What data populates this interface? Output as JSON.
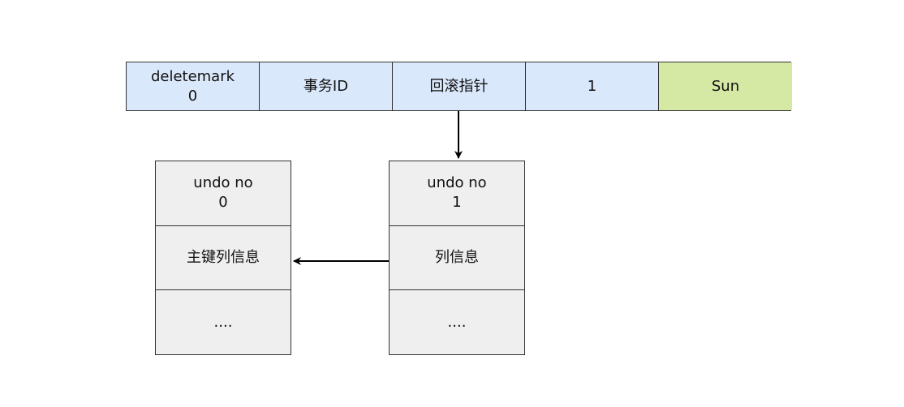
{
  "record": {
    "cells": [
      {
        "line1": "deletemark",
        "line2": "0"
      },
      {
        "line1": "事务ID"
      },
      {
        "line1": "回滚指针"
      },
      {
        "line1": "1"
      },
      {
        "line1": "Sun"
      }
    ]
  },
  "undo_left": {
    "header_line1": "undo no",
    "header_line2": "0",
    "middle": "主键列信息",
    "bottom": "...."
  },
  "undo_right": {
    "header_line1": "undo no",
    "header_line2": "1",
    "middle": "列信息",
    "bottom": "...."
  },
  "colors": {
    "blue_fill": "#dae8fc",
    "green_fill": "#d5e8a4",
    "gray_fill": "#efefef",
    "stroke": "#333333"
  }
}
